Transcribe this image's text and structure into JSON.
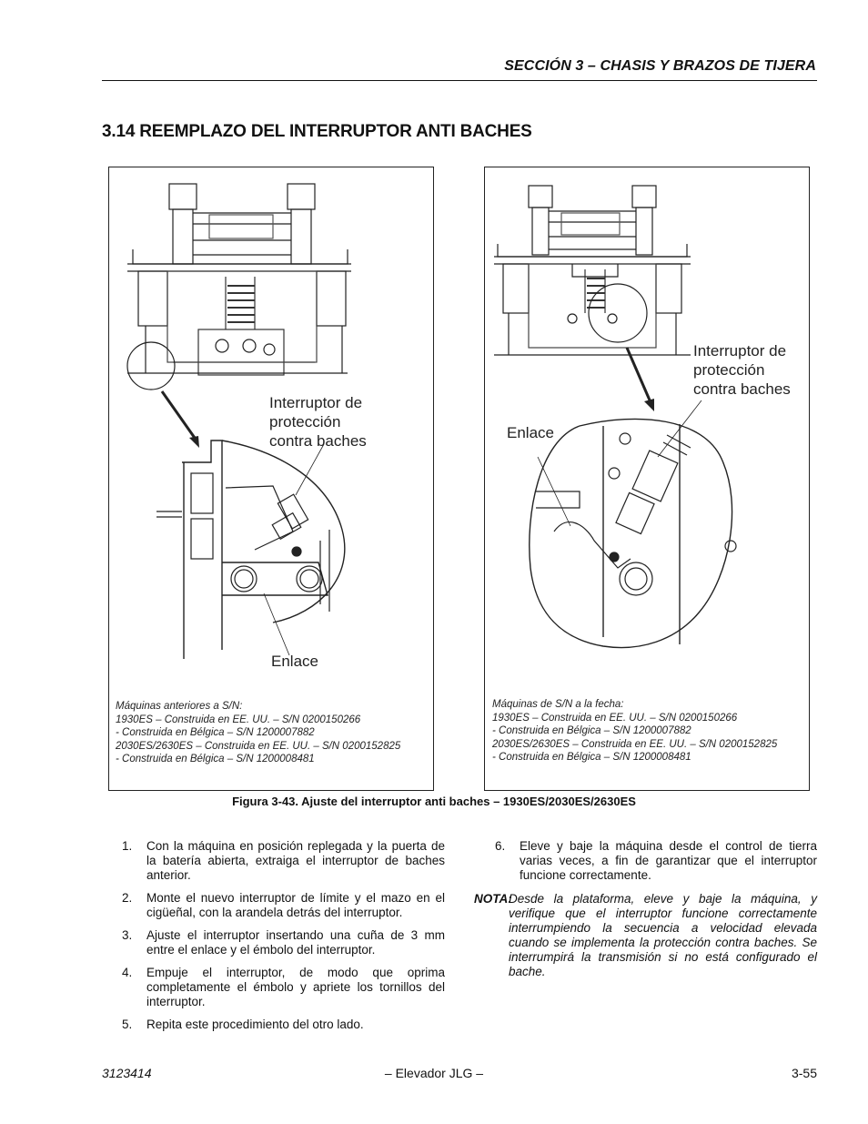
{
  "header": {
    "section": "SECCIÓN 3 – CHASIS Y BRAZOS DE TIJERA"
  },
  "title": "3.14 REEMPLAZO DEL INTERRUPTOR ANTI BACHES",
  "figure_left": {
    "callout_switch": [
      "Interruptor de",
      "protección",
      "contra baches"
    ],
    "callout_link": "Enlace",
    "serial_lines": [
      "Máquinas anteriores a S/N:",
      "1930ES – Construida en EE. UU. – S/N 0200150266",
      "- Construida en Bélgica – S/N 1200007882",
      "2030ES/2630ES – Construida en EE. UU. – S/N 0200152825",
      "- Construida en Bélgica – S/N 1200008481"
    ]
  },
  "figure_right": {
    "callout_switch": [
      "Interruptor de",
      "protección",
      "contra baches"
    ],
    "callout_link": "Enlace",
    "serial_lines": [
      "Máquinas de S/N a la fecha:",
      "1930ES – Construida en EE. UU. – S/N 0200150266",
      "- Construida en Bélgica – S/N 1200007882",
      "2030ES/2630ES – Construida en EE. UU. – S/N 0200152825",
      "- Construida en Bélgica – S/N 1200008481"
    ]
  },
  "caption": "Figura 3-43.  Ajuste del interruptor anti baches – 1930ES/2030ES/2630ES",
  "steps": [
    {
      "num": "1.",
      "text": "Con la máquina en posición replegada y la puerta de la batería abierta, extraiga el interruptor de baches anterior."
    },
    {
      "num": "2.",
      "text": "Monte el nuevo interruptor de límite y el mazo en el cigüeñal, con la arandela detrás del interruptor."
    },
    {
      "num": "3.",
      "text": "Ajuste el interruptor insertando una cuña de 3 mm entre el enlace y el émbolo del interruptor."
    },
    {
      "num": "4.",
      "text": "Empuje el interruptor, de modo que oprima completamente el émbolo y apriete los tornillos del interruptor."
    },
    {
      "num": "5.",
      "text": "Repita este procedimiento del otro lado."
    },
    {
      "num": "6.",
      "text": "Eleve y baje la máquina desde el control de tierra varias veces, a fin de garantizar que el interruptor funcione correctamente."
    }
  ],
  "note": {
    "label": "NOTA:",
    "text": "Desde la plataforma, eleve y baje la máquina, y verifique que el interruptor funcione correctamente interrumpiendo la secuencia a velocidad elevada cuando se implementa la protección contra baches. Se interrumpirá la transmisión si no está configurado el bache."
  },
  "footer": {
    "left": "3123414",
    "center": "– Elevador JLG –",
    "right": "3-55"
  }
}
